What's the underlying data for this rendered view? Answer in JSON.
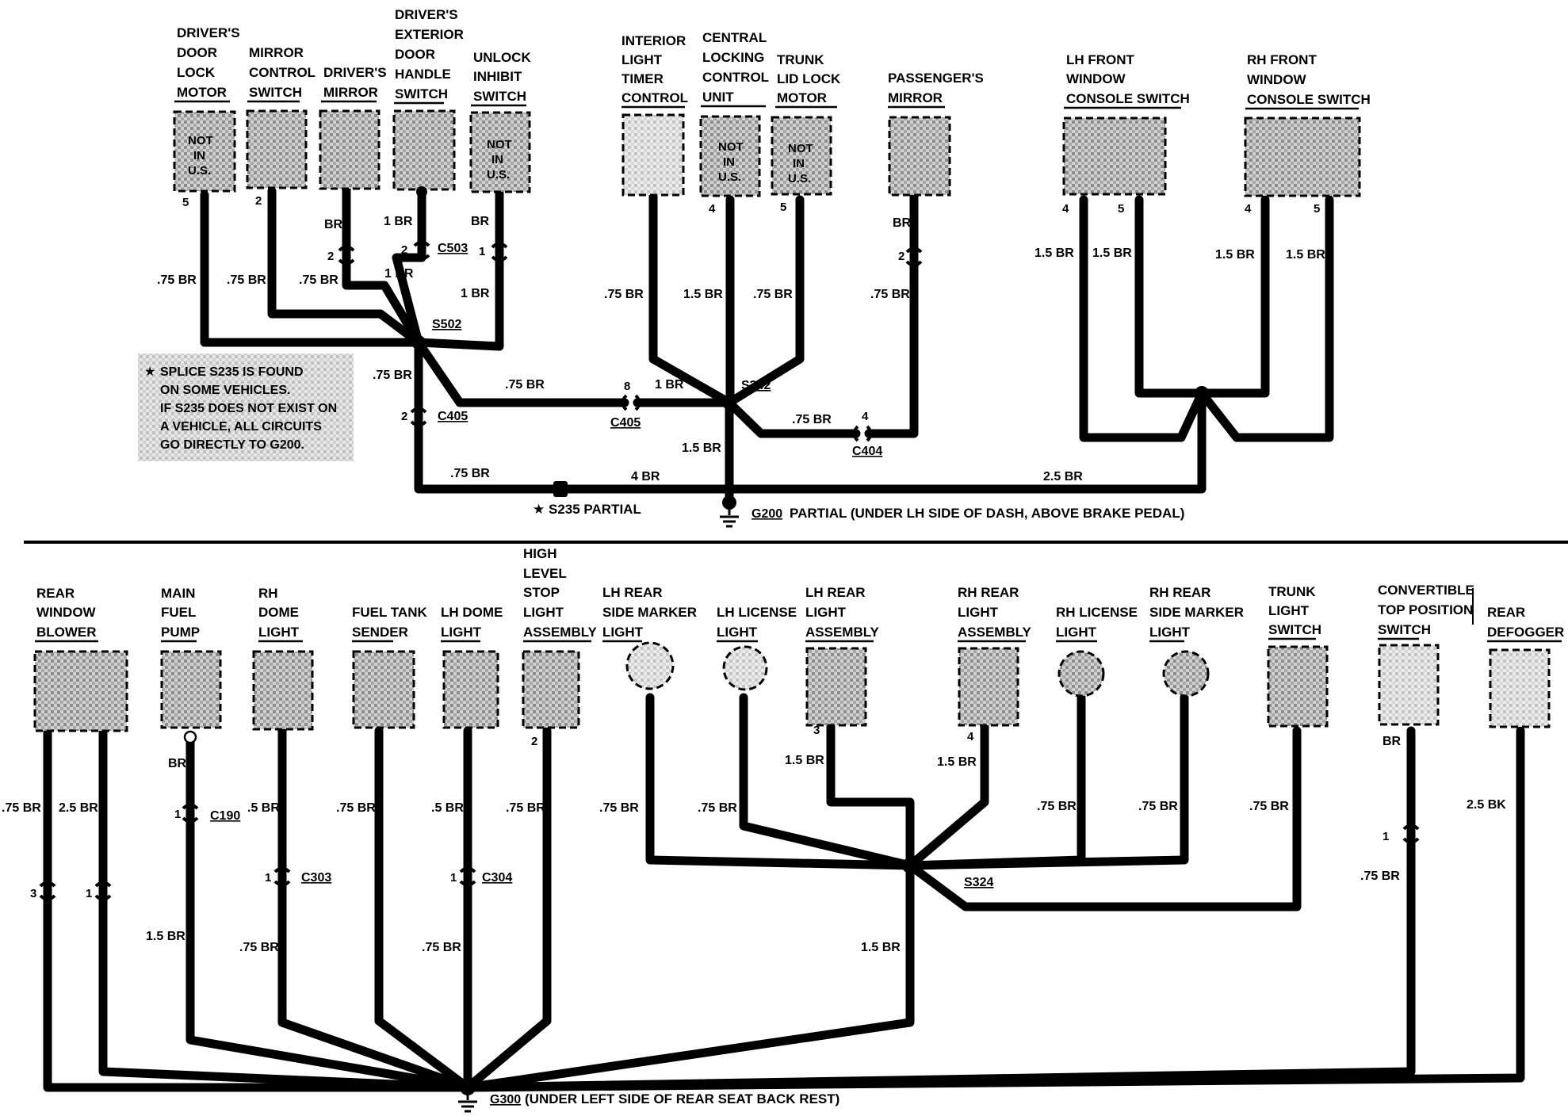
{
  "top": {
    "components": {
      "drivers_door_lock_motor": {
        "lines": [
          "DRIVER'S",
          "DOOR",
          "LOCK",
          "MOTOR"
        ],
        "inner": [
          "NOT",
          "IN",
          "U.S."
        ],
        "pin": "5",
        "wire": ".75 BR"
      },
      "mirror_control_switch": {
        "lines": [
          "MIRROR",
          "CONTROL",
          "SWITCH"
        ],
        "pin": "2",
        "wire": ".75 BR"
      },
      "drivers_mirror": {
        "lines": [
          "DRIVER'S",
          "MIRROR"
        ],
        "wire_top": "BR",
        "conn_pin": "2",
        "wire": ".75 BR"
      },
      "drivers_exterior_door_handle_switch": {
        "lines": [
          "DRIVER'S",
          "EXTERIOR",
          "DOOR",
          "HANDLE",
          "SWITCH"
        ],
        "wire_top": "1 BR",
        "conn_pin": "2",
        "connector": "C503",
        "wire": "1 BR"
      },
      "unlock_inhibit_switch": {
        "lines": [
          "UNLOCK",
          "INHIBIT",
          "SWITCH"
        ],
        "inner": [
          "NOT",
          "IN",
          "U.S."
        ],
        "wire_top": "BR",
        "conn_pin": "1",
        "wire": "1 BR"
      },
      "interior_light_timer_control": {
        "lines": [
          "INTERIOR",
          "LIGHT",
          "TIMER",
          "CONTROL"
        ],
        "wire": ".75 BR"
      },
      "central_locking_control_unit": {
        "lines": [
          "CENTRAL",
          "LOCKING",
          "CONTROL",
          "UNIT"
        ],
        "inner": [
          "NOT",
          "IN",
          "U.S."
        ],
        "pin": "4",
        "wire": "1.5 BR"
      },
      "trunk_lid_lock_motor": {
        "lines": [
          "TRUNK",
          "LID LOCK",
          "MOTOR"
        ],
        "inner": [
          "NOT",
          "IN",
          "U.S."
        ],
        "pin": "5",
        "wire": ".75 BR"
      },
      "passengers_mirror": {
        "lines": [
          "PASSENGER'S",
          "MIRROR"
        ],
        "wire_top": "BR",
        "conn_pin": "2",
        "wire": ".75 BR"
      },
      "lh_front_window_console_switch": {
        "lines": [
          "LH FRONT",
          "WINDOW",
          "CONSOLE SWITCH"
        ],
        "pins": [
          "4",
          "5"
        ],
        "wires": [
          "1.5 BR",
          "1.5 BR"
        ]
      },
      "rh_front_window_console_switch": {
        "lines": [
          "RH FRONT",
          "WINDOW",
          "CONSOLE SWITCH"
        ],
        "pins": [
          "4",
          "5"
        ],
        "wires": [
          "1.5 BR",
          "1.5 BR"
        ]
      }
    },
    "splices": {
      "s502": "S502",
      "s342": "S342",
      "s235": "S235 PARTIAL"
    },
    "connectors": {
      "c405a": {
        "name": "C405",
        "pin": "2",
        "wire": ".75 BR"
      },
      "c405b": {
        "name": "C405",
        "pin": "8",
        "wire_left": ".75 BR",
        "wire_right": "1 BR"
      },
      "c404": {
        "name": "C404",
        "pin": "4",
        "wire": ".75 BR"
      }
    },
    "ground_wires": {
      "s235_left": ".75 BR",
      "s235_right": "4 BR",
      "s342_down": "1.5 BR",
      "right_bus": "2.5 BR"
    },
    "note": {
      "star": "★",
      "lines": [
        "SPLICE S235 IS FOUND",
        "ON SOME VEHICLES.",
        "IF S235 DOES NOT EXIST ON",
        "A VEHICLE, ALL CIRCUITS",
        "GO DIRECTLY TO G200."
      ]
    },
    "star": "★",
    "ground": {
      "name": "G200",
      "text": "PARTIAL (UNDER LH SIDE OF DASH, ABOVE BRAKE PEDAL)"
    }
  },
  "bottom": {
    "components": {
      "rear_window_blower": {
        "lines": [
          "REAR",
          "WINDOW",
          "BLOWER"
        ],
        "wires": [
          ".75 BR",
          "2.5 BR"
        ],
        "pins": [
          "3",
          "1"
        ]
      },
      "main_fuel_pump": {
        "lines": [
          "MAIN",
          "FUEL",
          "PUMP"
        ],
        "wire_top": "BR",
        "conn_pin": "1",
        "connector": "C190",
        "wire": "1.5 BR"
      },
      "rh_dome_light": {
        "lines": [
          "RH",
          "DOME",
          "LIGHT"
        ],
        "wire_top": ".5 BR",
        "conn_pin": "1",
        "connector": "C303",
        "wire": ".75 BR"
      },
      "fuel_tank_sender": {
        "lines": [
          "FUEL TANK",
          "SENDER"
        ],
        "wire": ".75 BR"
      },
      "lh_dome_light": {
        "lines": [
          "LH DOME",
          "LIGHT"
        ],
        "wire_top": ".5 BR",
        "conn_pin": "1",
        "connector": "C304",
        "wire": ".75 BR"
      },
      "high_level_stop_light_assembly": {
        "lines": [
          "HIGH",
          "LEVEL",
          "STOP",
          "LIGHT",
          "ASSEMBLY"
        ],
        "pin": "2",
        "wire": ".75 BR"
      },
      "lh_rear_side_marker_light": {
        "lines": [
          "LH REAR",
          "SIDE MARKER",
          "LIGHT"
        ],
        "wire": ".75 BR"
      },
      "lh_license_light": {
        "lines": [
          "LH LICENSE",
          "LIGHT"
        ],
        "wire": ".75 BR"
      },
      "lh_rear_light_assembly": {
        "lines": [
          "LH REAR",
          "LIGHT",
          "ASSEMBLY"
        ],
        "pin": "3",
        "wire": "1.5 BR"
      },
      "rh_rear_light_assembly": {
        "lines": [
          "RH REAR",
          "LIGHT",
          "ASSEMBLY"
        ],
        "pin": "4",
        "wire": "1.5 BR"
      },
      "rh_license_light": {
        "lines": [
          "RH LICENSE",
          "LIGHT"
        ],
        "wire": ".75 BR"
      },
      "rh_rear_side_marker_light": {
        "lines": [
          "RH REAR",
          "SIDE MARKER",
          "LIGHT"
        ],
        "wire": ".75 BR"
      },
      "trunk_light_switch": {
        "lines": [
          "TRUNK",
          "LIGHT",
          "SWITCH"
        ],
        "wire": ".75 BR"
      },
      "convertible_top_position_switch": {
        "lines": [
          "CONVERTIBLE",
          "TOP POSITION",
          "SWITCH"
        ],
        "wire_top": "BR",
        "conn_pin": "1",
        "wire": ".75 BR"
      },
      "rear_defogger": {
        "lines": [
          "REAR",
          "DEFOGGER"
        ],
        "wire": "2.5 BK"
      }
    },
    "splices": {
      "s324": "S324"
    },
    "ground_wires": {
      "s324_down": "1.5 BR"
    },
    "ground": {
      "name": "G300",
      "text": "(UNDER LEFT SIDE OF REAR SEAT BACK REST)"
    }
  }
}
